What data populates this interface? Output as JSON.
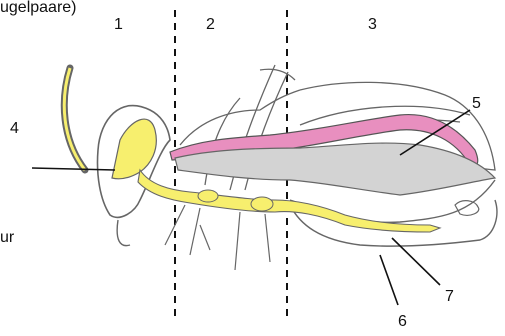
{
  "fragments": {
    "top_left": "ugelpaare)",
    "bottom_left": "ur"
  },
  "segment_numbers": [
    "1",
    "2",
    "3"
  ],
  "callouts": {
    "four": "4",
    "five": "5",
    "six": "6",
    "seven": "7"
  },
  "colors": {
    "nerve_system": "#f7ef6e",
    "heart": "#e88fbf",
    "gut": "#d3d3d3",
    "outline": "#555555",
    "divider": "#111111"
  }
}
